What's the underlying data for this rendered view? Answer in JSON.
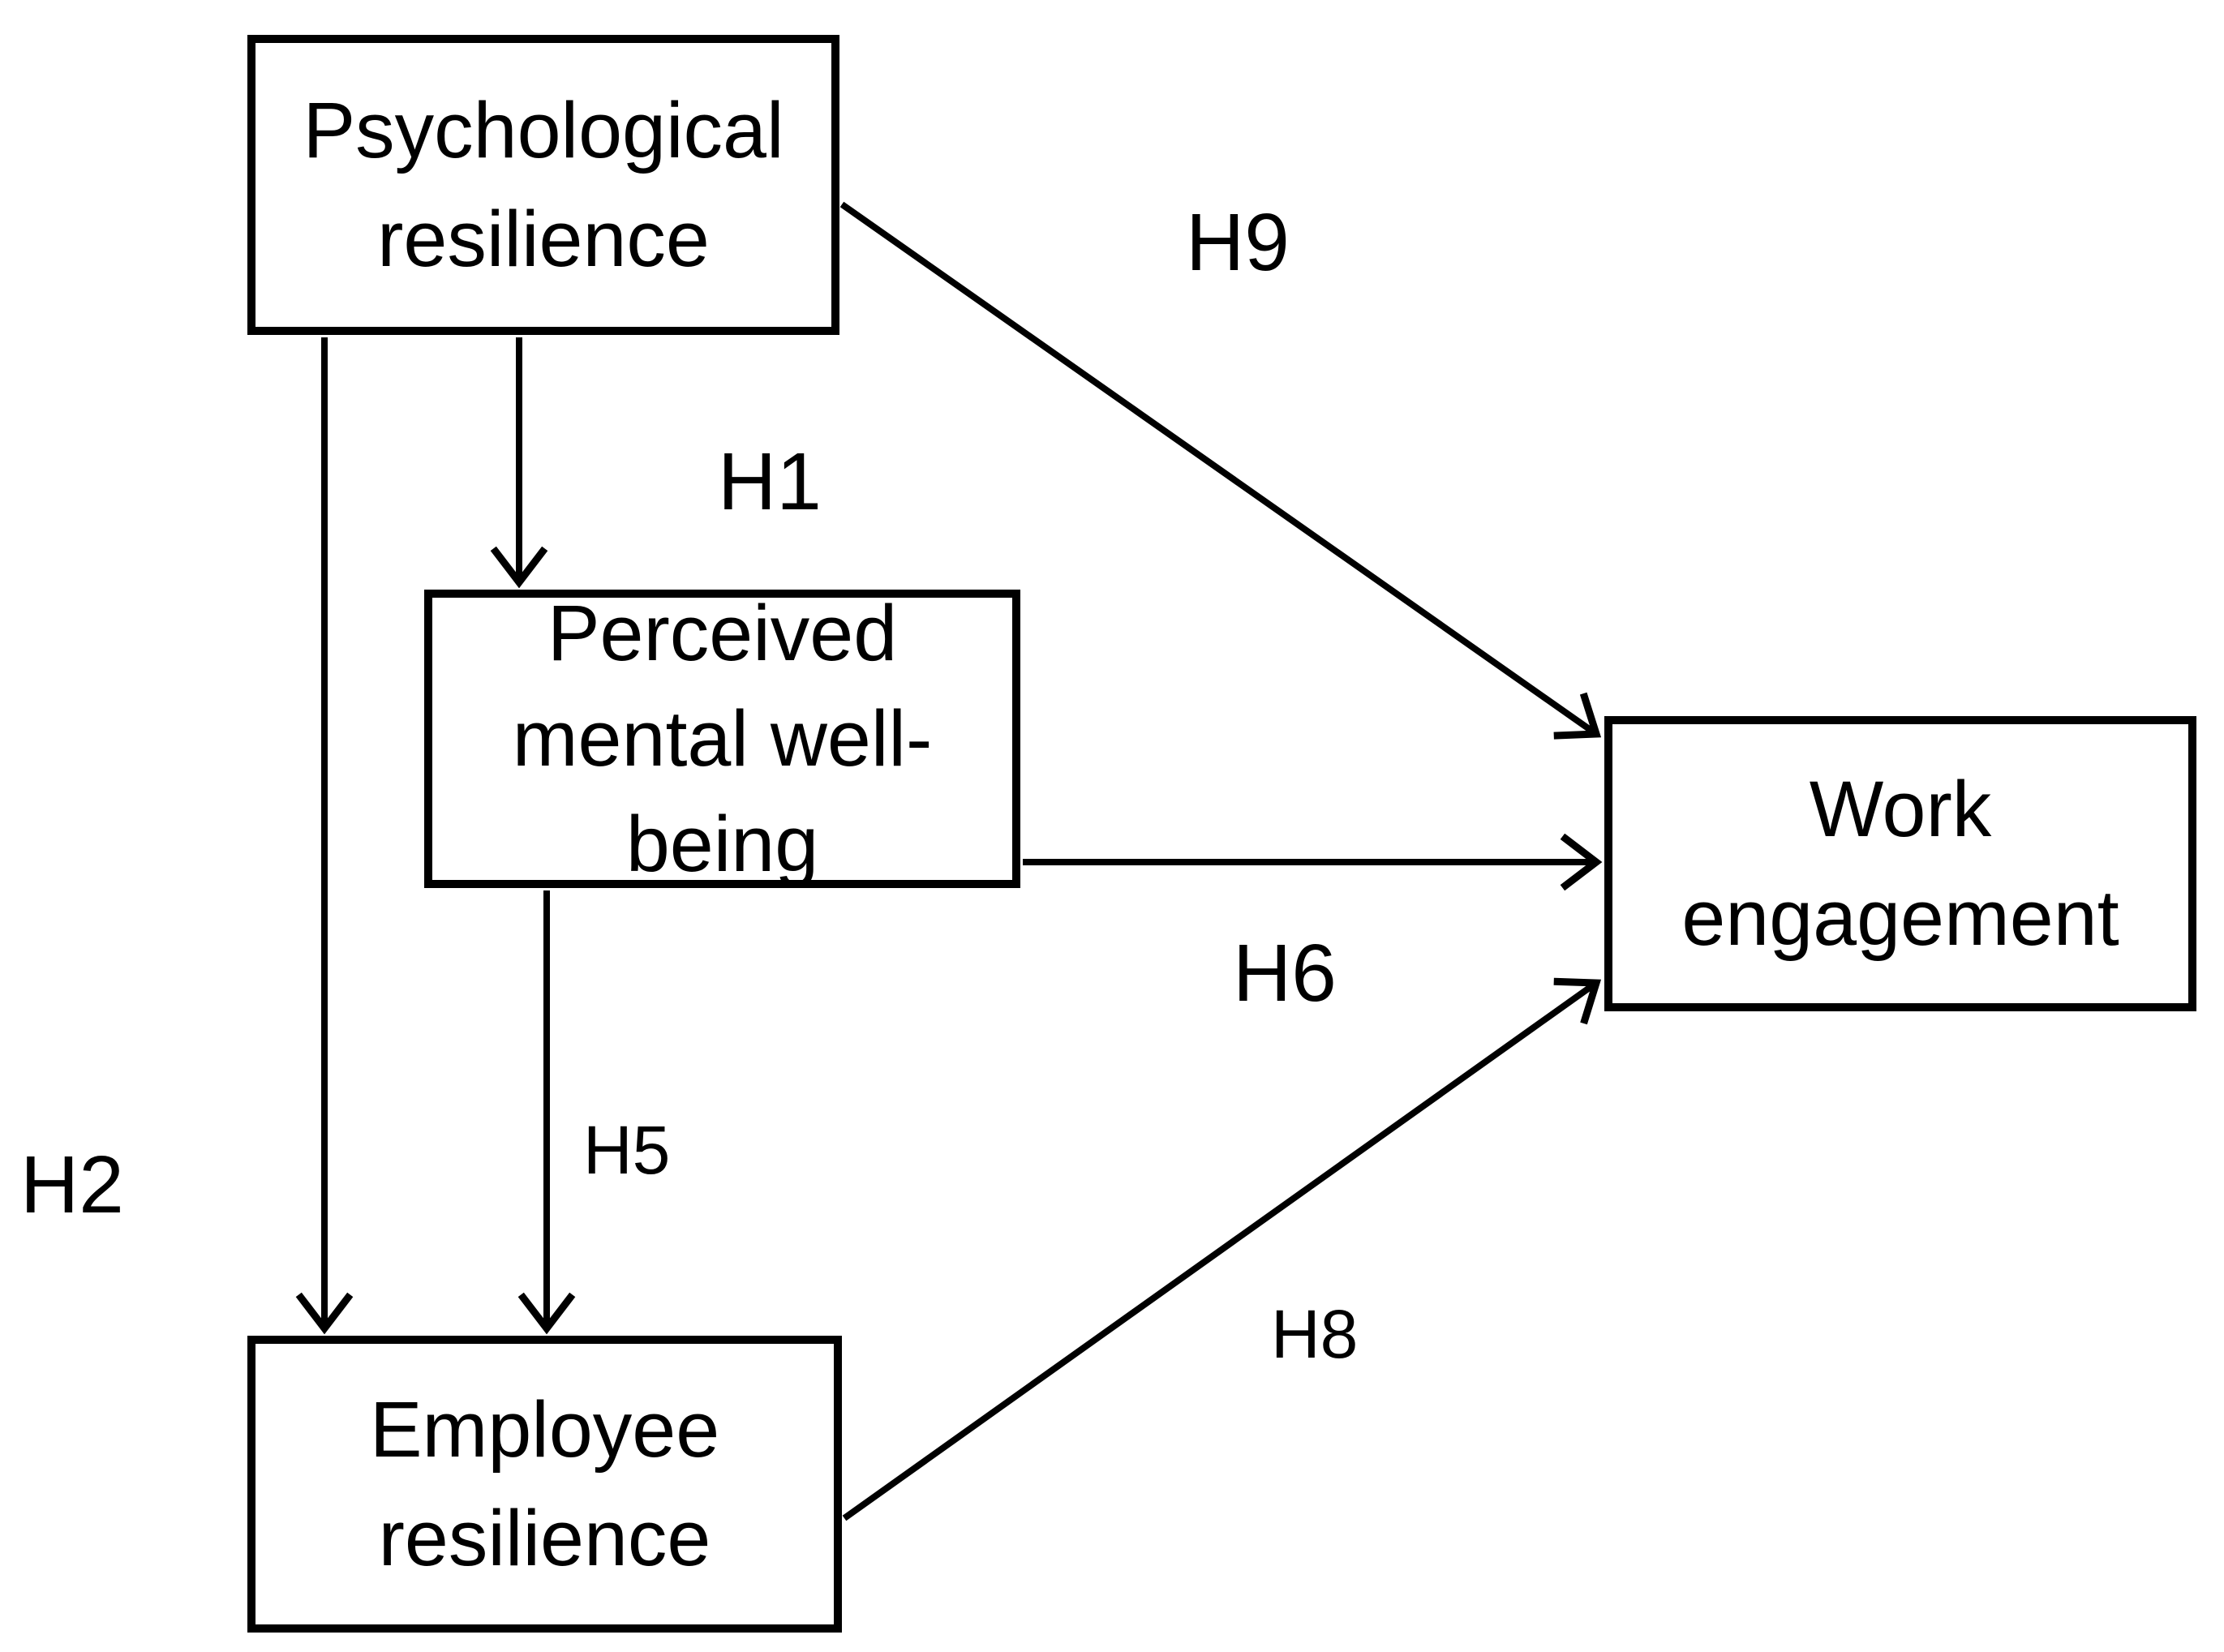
{
  "figure": {
    "type": "path-model-diagram",
    "background_color": "#ffffff",
    "line_color": "#000000",
    "text_color": "#000000"
  },
  "nodes": [
    {
      "id": "psychological-resilience",
      "label": "Psychological resilience",
      "lines": [
        "Psychological",
        "resilience"
      ]
    },
    {
      "id": "perceived-mental-well-being",
      "label": "Perceived mental well-being",
      "lines": [
        "Perceived",
        "mental well-",
        "being"
      ]
    },
    {
      "id": "employee-resilience",
      "label": "Employee resilience",
      "lines": [
        "Employee",
        "resilience"
      ]
    },
    {
      "id": "work-engagement",
      "label": "Work engagement",
      "lines": [
        "Work",
        "engagement"
      ]
    }
  ],
  "edges": [
    {
      "label": "H1",
      "from": "psychological-resilience",
      "to": "perceived-mental-well-being"
    },
    {
      "label": "H2",
      "from": "psychological-resilience",
      "to": "employee-resilience"
    },
    {
      "label": "H5",
      "from": "perceived-mental-well-being",
      "to": "employee-resilience"
    },
    {
      "label": "H6",
      "from": "perceived-mental-well-being",
      "to": "work-engagement"
    },
    {
      "label": "H8",
      "from": "employee-resilience",
      "to": "work-engagement"
    },
    {
      "label": "H9",
      "from": "psychological-resilience",
      "to": "work-engagement"
    }
  ]
}
